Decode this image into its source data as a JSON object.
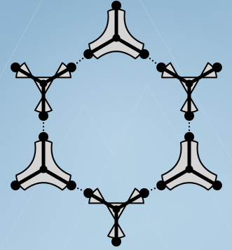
{
  "colors": {
    "background_top": "#8db3cf",
    "background_bottom": "#b2cfe3",
    "tile_fill": "#d4d4d4",
    "tile_outline": "#000000",
    "connector": "#000000"
  },
  "puzzle": {
    "tile_count": 6,
    "tiles": [
      {
        "id": "tile-top",
        "icon": "tripod-connector-icon",
        "orientation": "arms-down"
      },
      {
        "id": "tile-upper-left",
        "icon": "tripod-connector-icon",
        "orientation": "arms-up"
      },
      {
        "id": "tile-upper-right",
        "icon": "tripod-connector-icon",
        "orientation": "arms-up"
      },
      {
        "id": "tile-lower-left",
        "icon": "tripod-connector-icon",
        "orientation": "arms-down"
      },
      {
        "id": "tile-lower-right",
        "icon": "tripod-connector-icon",
        "orientation": "arms-down"
      },
      {
        "id": "tile-bottom",
        "icon": "tripod-connector-icon",
        "orientation": "arms-up"
      }
    ],
    "links": [
      {
        "from": "tile-top",
        "to": "tile-upper-left",
        "style": "dotted"
      },
      {
        "from": "tile-top",
        "to": "tile-upper-right",
        "style": "dotted"
      },
      {
        "from": "tile-upper-left",
        "to": "tile-lower-left",
        "style": "dotted"
      },
      {
        "from": "tile-upper-right",
        "to": "tile-lower-right",
        "style": "dotted"
      },
      {
        "from": "tile-lower-left",
        "to": "tile-bottom",
        "style": "dotted"
      },
      {
        "from": "tile-lower-right",
        "to": "tile-bottom",
        "style": "dotted"
      }
    ]
  }
}
